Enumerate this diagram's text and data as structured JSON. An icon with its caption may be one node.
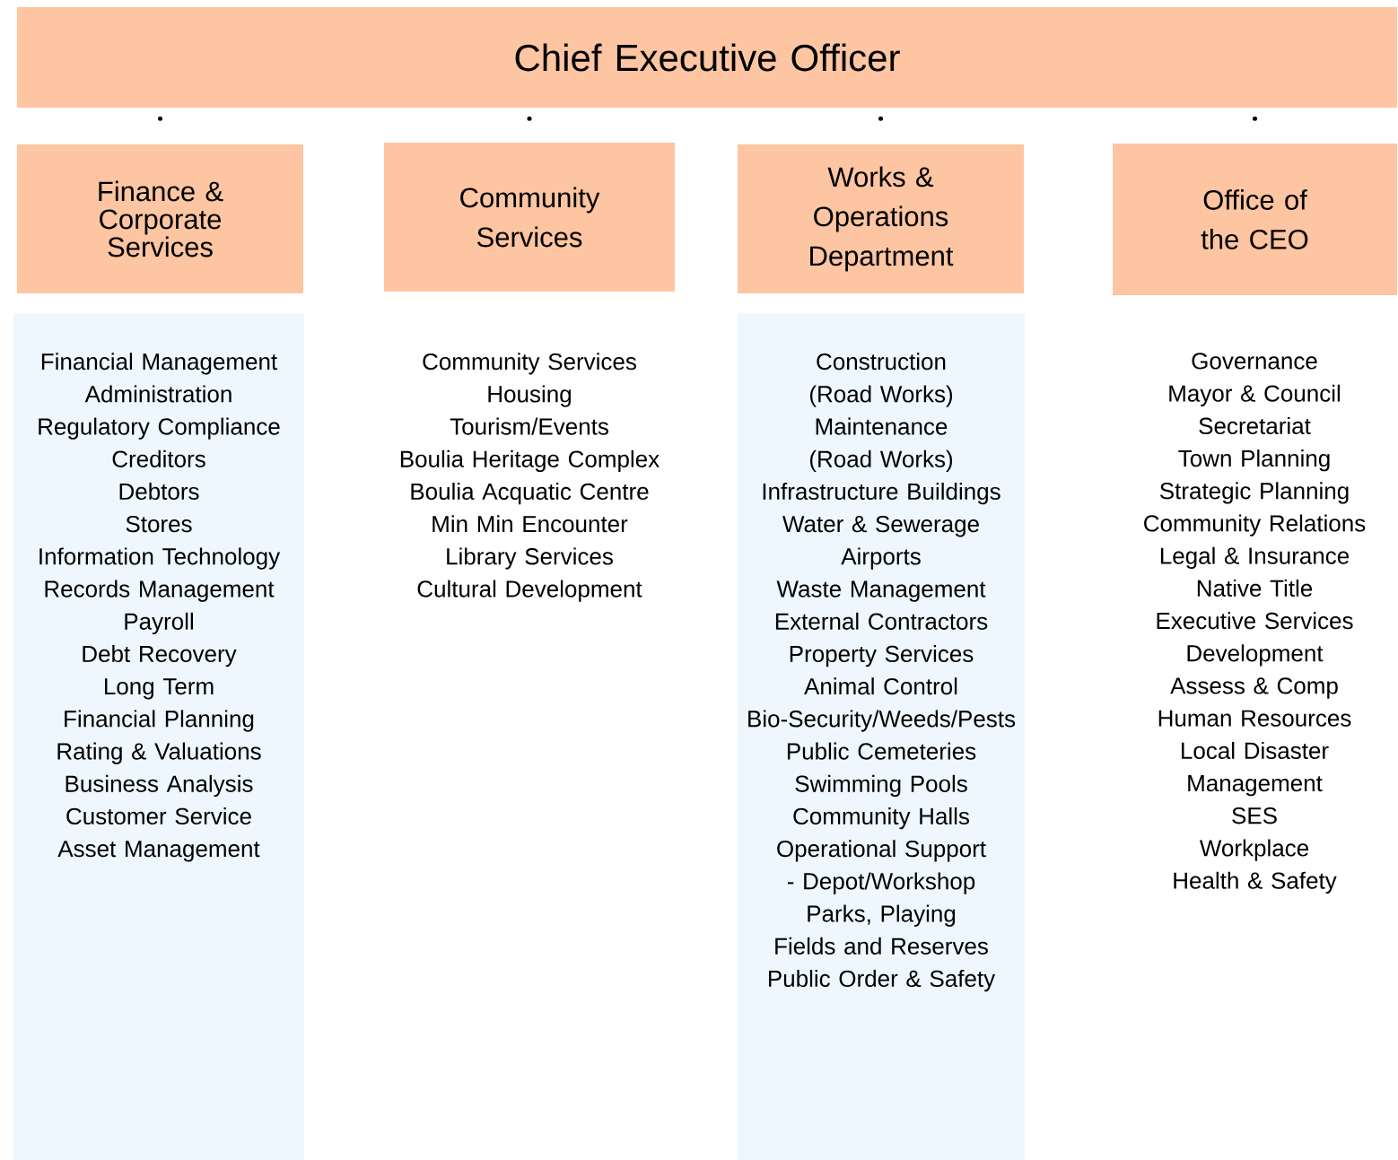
{
  "diagram": {
    "nodes": [
      {
        "text": [
          "Chief Executive Officer"
        ]
      },
      {
        "text": [
          "Finance & Corporate Services"
        ]
      },
      {
        "text": [
          "Community Services"
        ]
      },
      {
        "text": [
          "Works & Operations Department"
        ]
      },
      {
        "text": [
          "Office of the CEO"
        ]
      },
      {
        "text": [
          "Financial Management",
          "Administration",
          "Regulatory Compliance",
          "Creditors",
          "Debtors",
          "Stores",
          "Information Technology",
          "Records Management",
          "Payroll",
          "Debt Recovery",
          "Long Term Financial Planning",
          "Rating & Valuations",
          "Business Analysis",
          "Customer Service",
          "Asset Management"
        ]
      },
      {
        "text": [
          "Construction (Road Works)",
          "Maintenance (Road Works)",
          "Infrastructure Buildings",
          "Water & Sewerage",
          "Airports",
          "Waste Management",
          "External Contractors",
          "Property Services",
          "Animal Control",
          "Bio-Security/Weeds/Pests",
          "Public Cemeteries",
          "Swimming Pools",
          "Community Halls",
          "Operational Support - Depot/Workshop",
          "Parks, Playing Fields and Reserves",
          "Public Order & Safety"
        ]
      }
    ],
    "edges": [
      {
        "from": 0,
        "to": 1,
        "arrow": "none"
      },
      {
        "from": 0,
        "to": 2,
        "arrow": "none"
      },
      {
        "from": 0,
        "to": 3,
        "arrow": "none"
      },
      {
        "from": 0,
        "to": 4,
        "arrow": "none"
      }
    ],
    "labels": [
      "Community Services",
      "Housing",
      "Tourism/Events",
      "Boulia Heritage Complex",
      "Boulia Acquatic Centre",
      "Min Min Encounter",
      "Library Services",
      "Cultural Development",
      "Governance",
      "Mayor & Council",
      "Secretariat",
      "Town Planning",
      "Strategic Planning",
      "Community Relations",
      "Legal & Insurance",
      "Native Title",
      "Executive Services",
      "Development Assess & Comp",
      "Human Resources",
      "Local Disaster Management",
      "SES",
      "Workplace Health & Safety"
    ]
  }
}
